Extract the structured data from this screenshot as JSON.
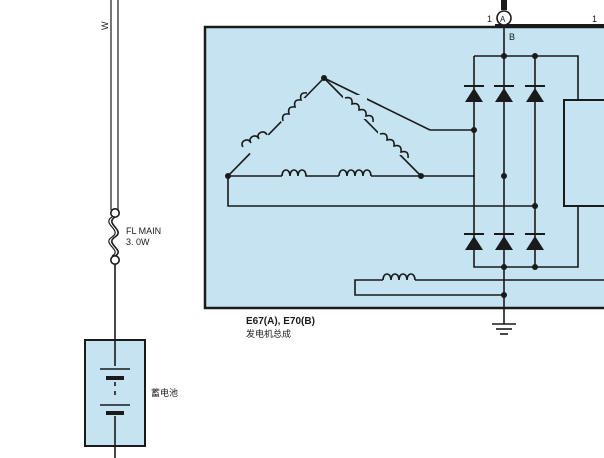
{
  "wire_labels": {
    "wire_color": "W",
    "connector_pin_left": "1",
    "connector_pin_right": "1",
    "connector_letter": "A",
    "terminal_b": "B"
  },
  "fuse": {
    "name": "FL MAIN",
    "rating": "3. 0W"
  },
  "battery": {
    "label": "蓄电池"
  },
  "alternator": {
    "part_code": "E67(A), E70(B)",
    "label": "发电机总成"
  },
  "colors": {
    "component_fill": "#c5e3f1",
    "line": "#1a1a1a",
    "background": "#ffffff"
  }
}
